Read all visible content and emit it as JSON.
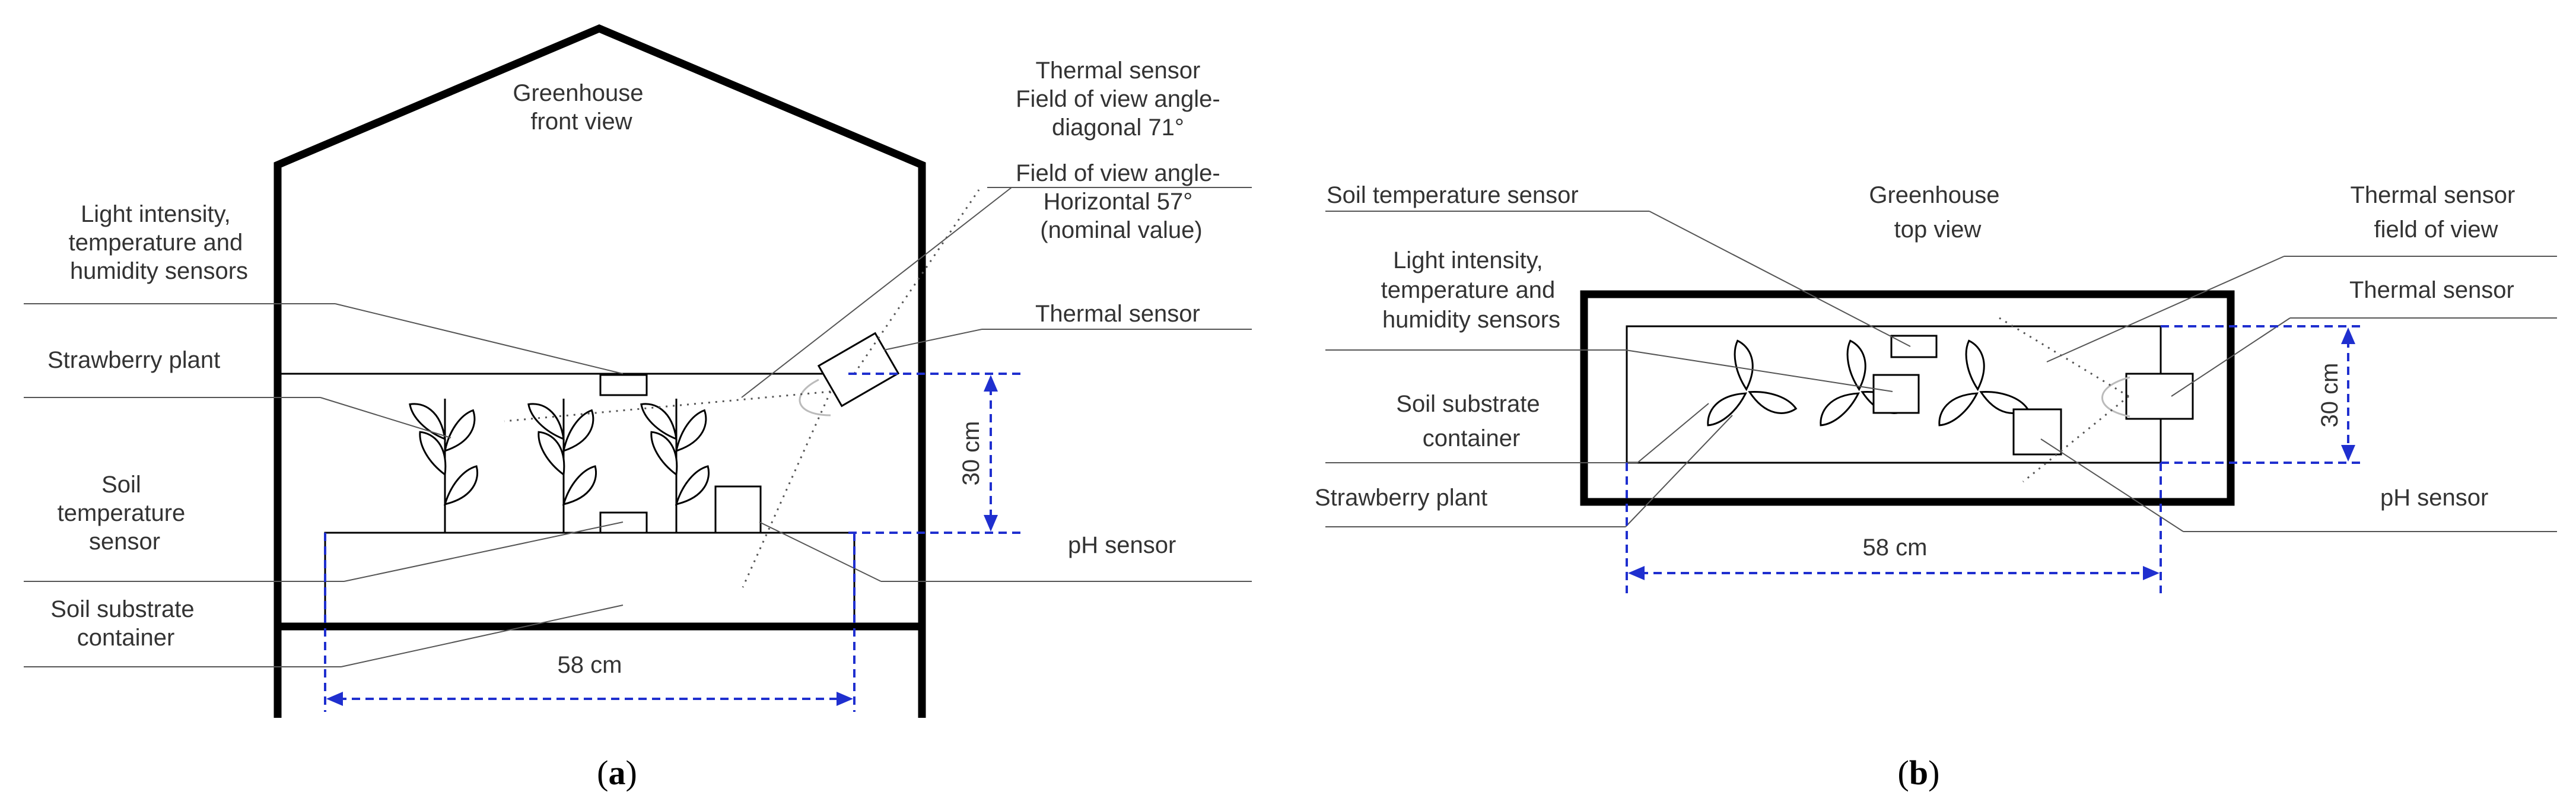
{
  "panel_a": {
    "title": [
      "Greenhouse",
      "front view"
    ],
    "thermal_fov": [
      "Thermal sensor",
      "Field of view angle-",
      "diagonal 71°",
      "Field of view angle-",
      "Horizontal 57°",
      "(nominal value)"
    ],
    "light_sensors": [
      "Light intensity,",
      "temperature and",
      "humidity sensors"
    ],
    "thermal_sensor": "Thermal sensor",
    "strawberry_plant": "Strawberry plant",
    "soil_temp": [
      "Soil",
      "temperature",
      "sensor"
    ],
    "ph_sensor": "pH sensor",
    "soil_container": [
      "Soil substrate",
      "container"
    ],
    "height_dim": "30 cm",
    "width_dim": "58 cm",
    "caption": "(a)",
    "caption_letter": "a"
  },
  "panel_b": {
    "title": [
      "Greenhouse",
      "top view"
    ],
    "soil_temp": "Soil temperature sensor",
    "thermal_fov": [
      "Thermal sensor",
      "field of view"
    ],
    "light_sensors": [
      "Light intensity,",
      "temperature and",
      "humidity sensors"
    ],
    "thermal_sensor": "Thermal sensor",
    "soil_container": [
      "Soil substrate",
      "container"
    ],
    "strawberry_plant": "Strawberry plant",
    "ph_sensor": "pH sensor",
    "height_dim": "30 cm",
    "width_dim": "58 cm",
    "caption": "(b)",
    "caption_letter": "b"
  }
}
